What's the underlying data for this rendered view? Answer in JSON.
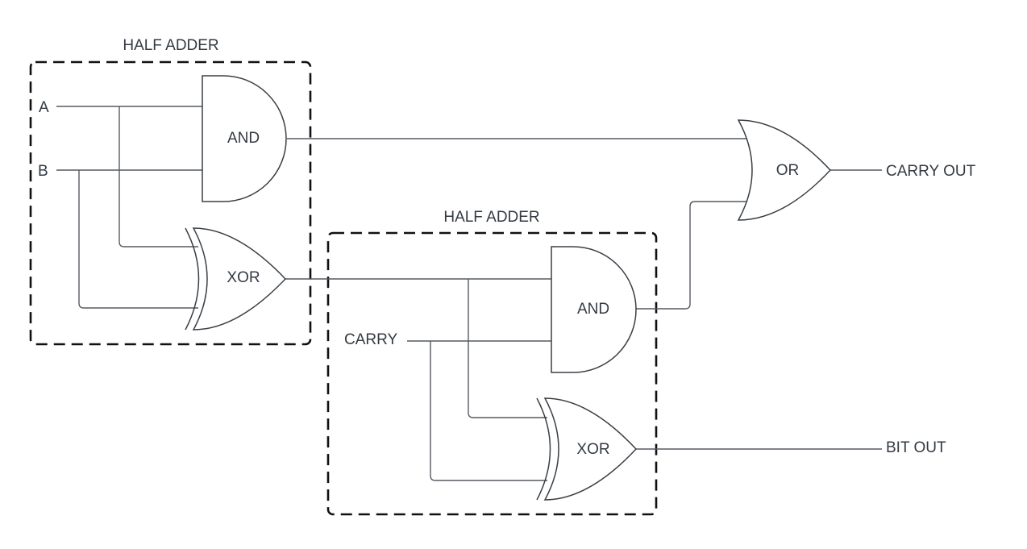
{
  "diagram": {
    "title": "",
    "blocks": [
      {
        "id": "ha1",
        "label": "HALF ADDER"
      },
      {
        "id": "ha2",
        "label": "HALF ADDER"
      }
    ],
    "inputs": {
      "a": "A",
      "b": "B",
      "carry": "CARRY"
    },
    "gates": {
      "and1": "AND",
      "xor1": "XOR",
      "and2": "AND",
      "xor2": "XOR",
      "or1": "OR"
    },
    "outputs": {
      "carry_out": "CARRY OUT",
      "bit_out": "BIT OUT"
    },
    "colors": {
      "wire": "#555a60",
      "gate_stroke": "#3a3f45",
      "box": "#111111",
      "text": "#333a42"
    }
  }
}
